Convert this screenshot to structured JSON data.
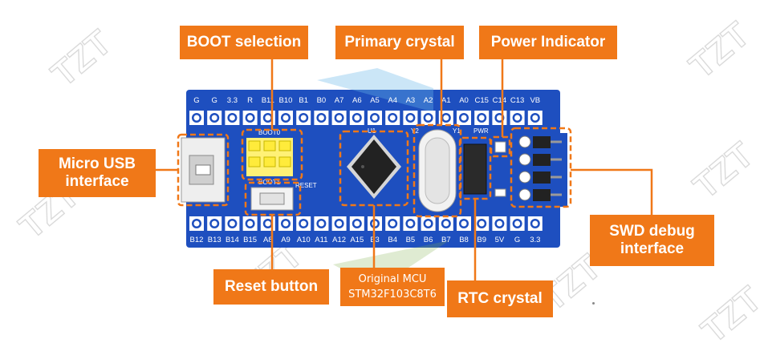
{
  "watermark": "TZT",
  "board": {
    "top_pins": [
      "G",
      "G",
      "3.3",
      "R",
      "B11",
      "B10",
      "B1",
      "B0",
      "A7",
      "A6",
      "A5",
      "A4",
      "A3",
      "A2",
      "A1",
      "A0",
      "C15",
      "C14",
      "C13",
      "VB"
    ],
    "bottom_pins": [
      "B12",
      "B13",
      "B14",
      "B15",
      "A8",
      "A9",
      "A10",
      "A11",
      "A12",
      "A15",
      "B3",
      "B4",
      "B5",
      "B6",
      "B7",
      "B8",
      "B9",
      "5V",
      "G",
      "3.3"
    ],
    "silk_boot": "BOOT0",
    "silk_boot1": "BOOT1",
    "silk_reset": "RESET",
    "silk_u1": "U1",
    "silk_y2": "Y2",
    "silk_y1": "Y1",
    "silk_pwr": "PWR"
  },
  "callouts": {
    "boot_selection": "BOOT selection",
    "primary_crystal": "Primary crystal",
    "power_indicator": "Power Indicator",
    "micro_usb_line1": "Micro USB",
    "micro_usb_line2": "interface",
    "swd_line1": "SWD debug",
    "swd_line2": "interface",
    "reset_button": "Reset button",
    "mcu_line1": "Original MCU",
    "mcu_line2": "STM32F103C8T6",
    "rtc_crystal": "RTC crystal"
  },
  "colors": {
    "accent": "#f07818",
    "pcb_blue": "#1e4fbf",
    "dashed": "#f07818"
  }
}
